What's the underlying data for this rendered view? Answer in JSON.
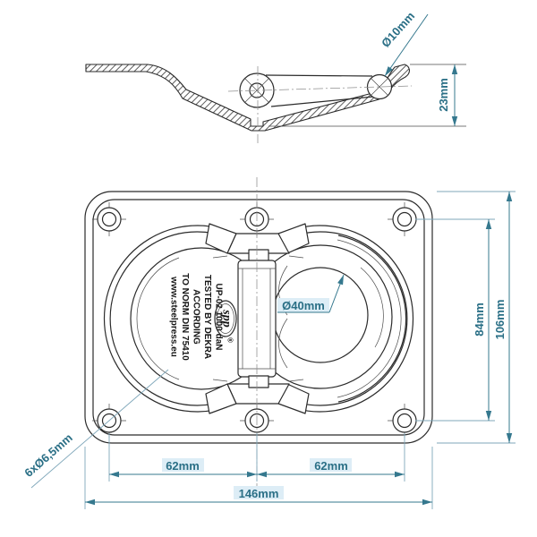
{
  "side_view": {
    "dim_pin_diameter": "Ø10mm",
    "dim_depth": "23mm"
  },
  "main_view": {
    "label_lines": [
      "UP-02 1000 daN",
      "TESTED BY DEKRA",
      "ACCORDING",
      "TO NORM DIN 75410",
      "www.steelpress.eu"
    ],
    "logo": {
      "text": "spp",
      "registered": "®"
    },
    "dim_ring_inner": "Ø40mm",
    "dim_hole_spacing_vertical": "84mm",
    "dim_plate_height": "106mm",
    "dim_hole_spacing_left": "62mm",
    "dim_hole_spacing_right": "62mm",
    "dim_plate_width": "146mm",
    "dim_mount_holes": "6xØ6,5mm"
  },
  "colors": {
    "dimension_text": "#2a6f86",
    "dimension_line": "#35788e",
    "drawing_line": "#2b2b2b",
    "highlight": "#ddedf6",
    "background": "#ffffff"
  }
}
